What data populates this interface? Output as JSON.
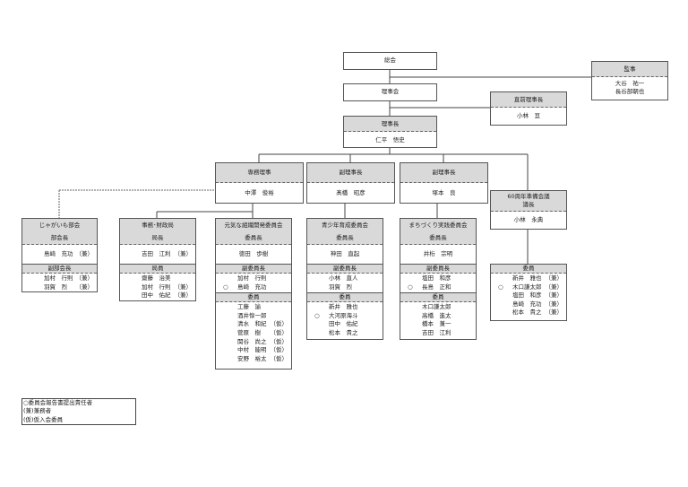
{
  "top": {
    "general_assembly": "総会",
    "board": "理事会",
    "president": {
      "title": "理事長",
      "name": "仁平　悟史"
    },
    "auditors": {
      "title": "監事",
      "names": [
        "大谷　祐一",
        "長谷部朝也"
      ]
    },
    "past_president": {
      "title": "直前理事長",
      "name": "小林　亘"
    }
  },
  "officers": [
    {
      "title": "専務理事",
      "name": "中澤　俊裕"
    },
    {
      "title": "副理事長",
      "name": "髙橋　昭彦"
    },
    {
      "title": "副理事長",
      "name": "塚本　良"
    }
  ],
  "anniversary": {
    "title_line1": "60周年準備会議",
    "title_line2": "議長",
    "chair": "小林　永典",
    "members_label": "委員",
    "members": [
      {
        "mark": "",
        "name": "新井　雅也",
        "tag": "（兼）"
      },
      {
        "mark": "○",
        "name": "木口謙太郎",
        "tag": "（兼）"
      },
      {
        "mark": "",
        "name": "塩田　和彦",
        "tag": "（兼）"
      },
      {
        "mark": "",
        "name": "島崎　充功",
        "tag": "（兼）"
      },
      {
        "mark": "",
        "name": "松本　貴之",
        "tag": "（兼）"
      }
    ]
  },
  "committees": [
    {
      "name": "じゃがいも部会",
      "head_label": "部会長",
      "head": {
        "name": "島崎　充功",
        "tag": "（兼）"
      },
      "vice_label": "副部会長",
      "vice": [
        {
          "mark": "",
          "name": "加村　行則",
          "tag": "（兼）"
        },
        {
          "mark": "",
          "name": "羽賀　烈",
          "tag": "（兼）"
        }
      ]
    },
    {
      "name": "事務･財政局",
      "head_label": "局長",
      "head": {
        "name": "吉田　江利",
        "tag": "（兼）"
      },
      "vice_label": "局員",
      "vice": [
        {
          "mark": "",
          "name": "齋藤　治美",
          "tag": ""
        },
        {
          "mark": "",
          "name": "加村　行則",
          "tag": "（兼）"
        },
        {
          "mark": "",
          "name": "田中　佑紀",
          "tag": "（兼）"
        }
      ]
    },
    {
      "name": "元気な組織開発委員会",
      "head_label": "委員長",
      "head": {
        "name": "徳田　歩樹",
        "tag": ""
      },
      "vice_label": "副委員長",
      "vice": [
        {
          "mark": "",
          "name": "加村　行則",
          "tag": ""
        },
        {
          "mark": "○",
          "name": "島崎　充功",
          "tag": ""
        }
      ],
      "members_label": "委員",
      "members": [
        {
          "mark": "",
          "name": "工藤　諭",
          "tag": ""
        },
        {
          "mark": "",
          "name": "酒井惇一郎",
          "tag": ""
        },
        {
          "mark": "",
          "name": "清水　和紀",
          "tag": "（仮）"
        },
        {
          "mark": "",
          "name": "菅原　樹",
          "tag": "（仮）"
        },
        {
          "mark": "",
          "name": "関谷　尚之",
          "tag": "（仮）"
        },
        {
          "mark": "",
          "name": "中村　能明",
          "tag": "（仮）"
        },
        {
          "mark": "",
          "name": "安野　裕太",
          "tag": "（仮）"
        }
      ]
    },
    {
      "name": "青少年育成委員会",
      "head_label": "委員長",
      "head": {
        "name": "神田　直起",
        "tag": ""
      },
      "vice_label": "副委員長",
      "vice": [
        {
          "mark": "",
          "name": "小林　直人",
          "tag": ""
        },
        {
          "mark": "",
          "name": "羽賀　烈",
          "tag": ""
        }
      ],
      "members_label": "委員",
      "members": [
        {
          "mark": "",
          "name": "新井　雅也",
          "tag": ""
        },
        {
          "mark": "○",
          "name": "大河原海斗",
          "tag": ""
        },
        {
          "mark": "",
          "name": "田中　佑紀",
          "tag": ""
        },
        {
          "mark": "",
          "name": "松本　貴之",
          "tag": ""
        }
      ]
    },
    {
      "name": "まちづくり実践委員会",
      "head_label": "委員長",
      "head": {
        "name": "井桁　宗明",
        "tag": ""
      },
      "vice_label": "副委員長",
      "vice": [
        {
          "mark": "",
          "name": "塩田　和彦",
          "tag": ""
        },
        {
          "mark": "○",
          "name": "長島　正和",
          "tag": ""
        }
      ],
      "members_label": "委員",
      "members": [
        {
          "mark": "",
          "name": "木口謙太郎",
          "tag": ""
        },
        {
          "mark": "",
          "name": "高橋　進太",
          "tag": ""
        },
        {
          "mark": "",
          "name": "橋本　兼一",
          "tag": ""
        },
        {
          "mark": "",
          "name": "吉田　江利",
          "tag": ""
        }
      ]
    }
  ],
  "legend": [
    "○委員会報告書提出責任者",
    "(兼)兼務者",
    "(仮)仮入会委員"
  ]
}
